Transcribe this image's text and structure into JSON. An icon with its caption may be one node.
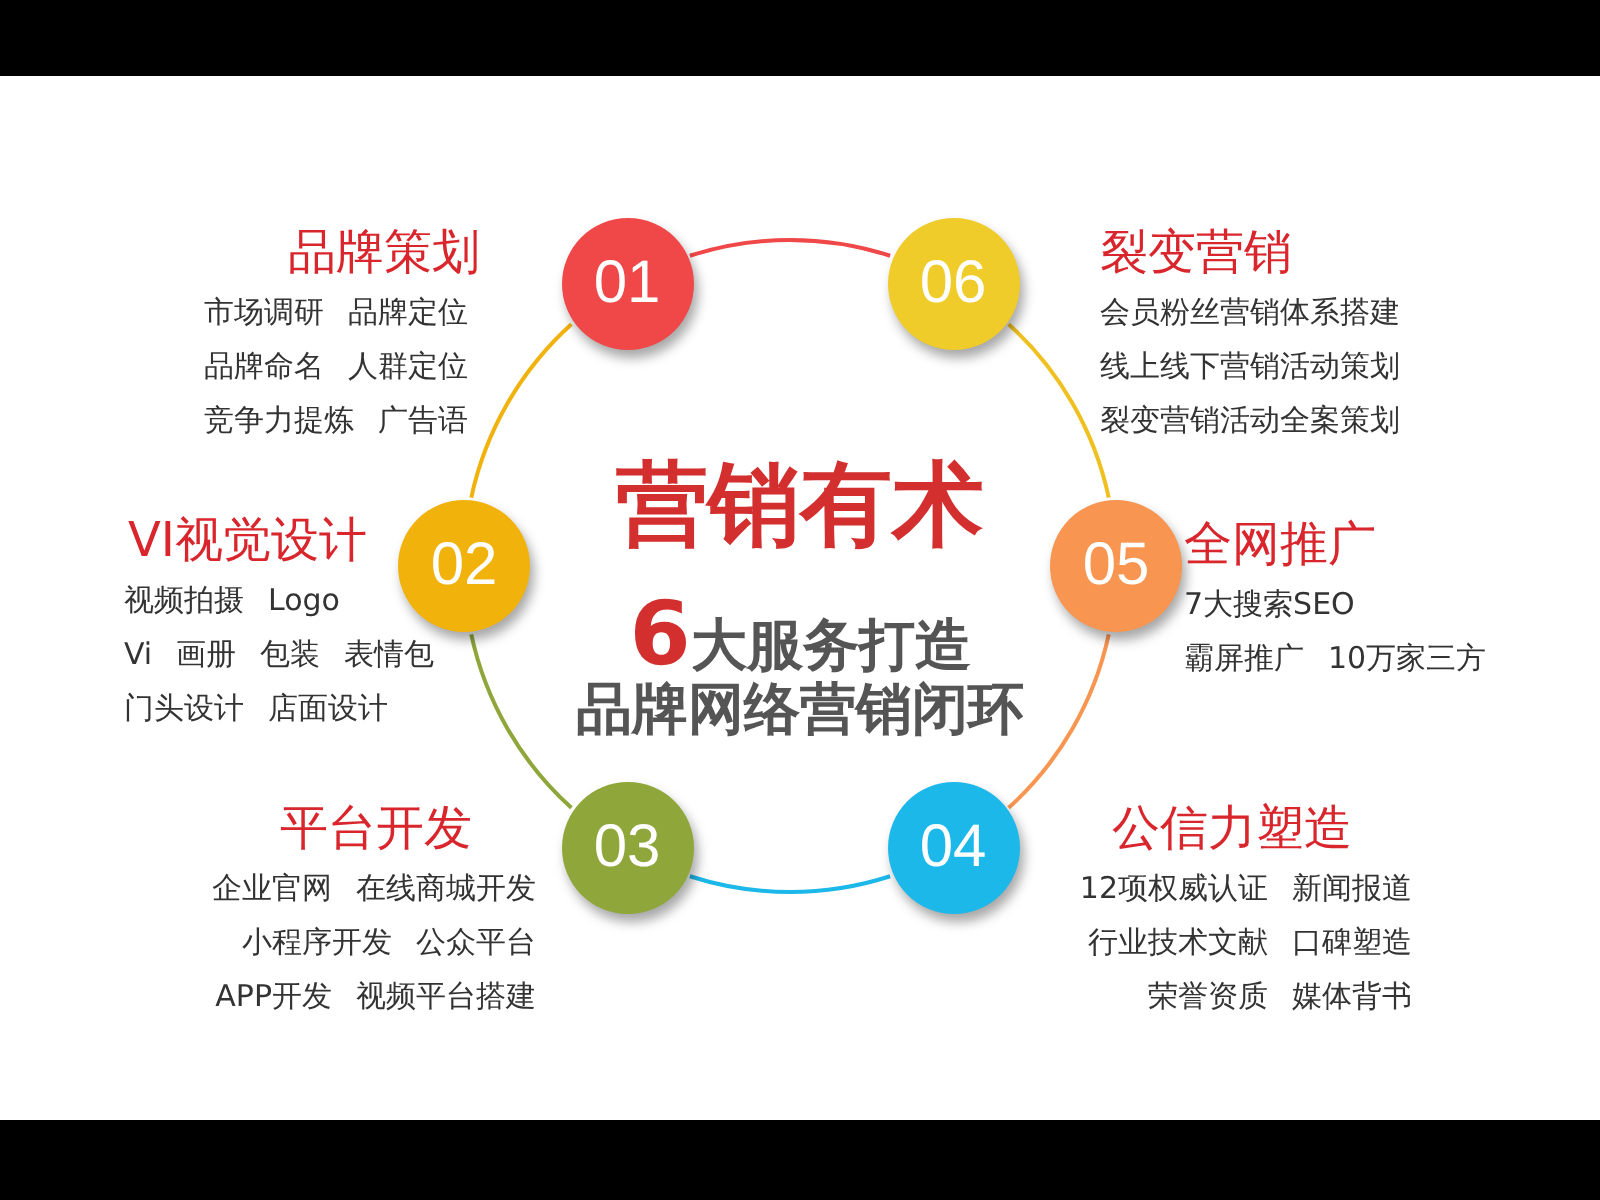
{
  "diagram": {
    "nodes": [
      {
        "text": [
          "01"
        ],
        "beside": [
          "品牌策划",
          "市场调研",
          "品牌定位",
          "品牌命名",
          "人群定位",
          "竞争力提炼",
          "广告语"
        ]
      },
      {
        "text": [
          "02"
        ],
        "beside": [
          "VI视觉设计",
          "视频拍摄",
          "Logo",
          "Vi",
          "画册",
          "包装",
          "表情包",
          "门头设计",
          "店面设计"
        ]
      },
      {
        "text": [
          "03"
        ],
        "beside": [
          "平台开发",
          "企业官网",
          "在线商城开发",
          "小程序开发",
          "公众平台",
          "APP开发",
          "视频平台搭建"
        ]
      },
      {
        "text": [
          "04"
        ],
        "beside": [
          "公信力塑造",
          "12项权威认证",
          "新闻报道",
          "行业技术文献",
          "口碑塑造",
          "荣誉资质",
          "媒体背书"
        ]
      },
      {
        "text": [
          "05"
        ],
        "beside": [
          "全网推广",
          "7大搜索SEO",
          "霸屏推广",
          "10万家三方"
        ]
      },
      {
        "text": [
          "06"
        ],
        "beside": [
          "裂变营销",
          "会员粉丝营销体系搭建",
          "线上线下营销活动策划",
          "裂变营销活动全案策划"
        ]
      }
    ],
    "edges": [
      {
        "from": 0,
        "to": 5,
        "arrow": "none",
        "color": "#f04848"
      },
      {
        "from": 5,
        "to": 4,
        "arrow": "none",
        "color": "#f0c020"
      },
      {
        "from": 4,
        "to": 3,
        "arrow": "none",
        "color": "#f89550"
      },
      {
        "from": 3,
        "to": 2,
        "arrow": "none",
        "color": "#1cb8ea"
      },
      {
        "from": 2,
        "to": 1,
        "arrow": "none",
        "color": "#8fa63a"
      },
      {
        "from": 1,
        "to": 0,
        "arrow": "none",
        "color": "#f2b20c"
      }
    ],
    "labels": [
      "营销有术",
      "6大服务打造",
      "品牌网络营销闭环"
    ]
  }
}
